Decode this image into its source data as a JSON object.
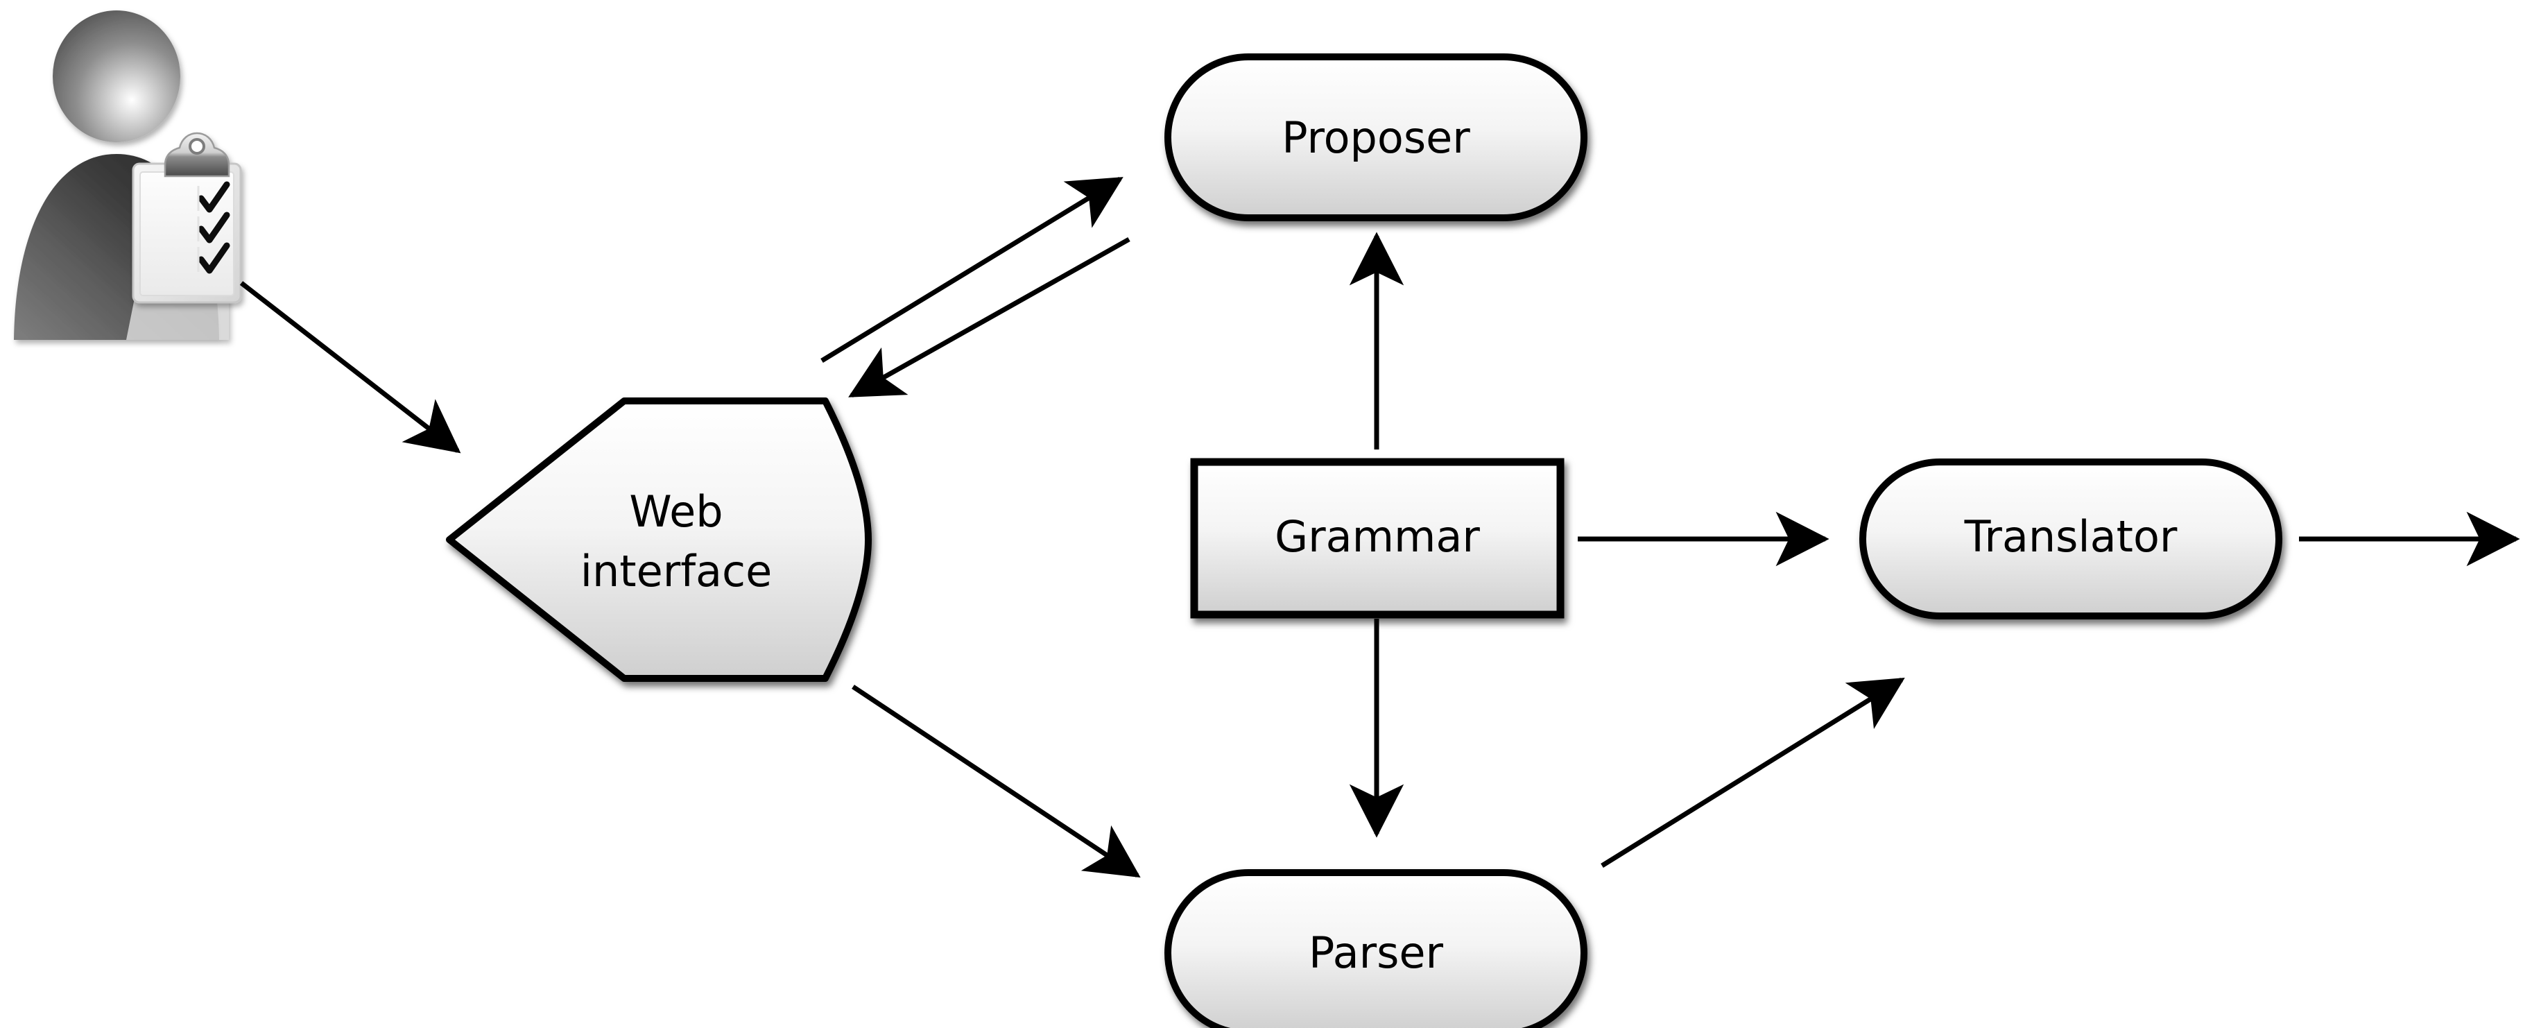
{
  "diagram": {
    "title": "Web interface / grammar pipeline architecture",
    "background_color": "#ffffff",
    "stroke_color": "#000000",
    "node_fill_top": "#ffffff",
    "node_fill_bottom": "#d0d0d0",
    "nodes": [
      {
        "id": "user",
        "label": "",
        "shape": "person-with-clipboard-icon",
        "checkmark_count": 3
      },
      {
        "id": "web_interface",
        "label_line1": "Web",
        "label_line2": "interface",
        "shape": "shield"
      },
      {
        "id": "proposer",
        "label": "Proposer",
        "shape": "stadium"
      },
      {
        "id": "grammar",
        "label": "Grammar",
        "shape": "rectangle"
      },
      {
        "id": "parser",
        "label": "Parser",
        "shape": "stadium"
      },
      {
        "id": "translator",
        "label": "Translator",
        "shape": "stadium"
      }
    ],
    "edges": [
      {
        "id": "user-to-web",
        "from": "user",
        "to": "web_interface",
        "direction": "forward"
      },
      {
        "id": "web-to-proposer",
        "from": "web_interface",
        "to": "proposer",
        "direction": "forward"
      },
      {
        "id": "proposer-to-web",
        "from": "proposer",
        "to": "web_interface",
        "direction": "forward"
      },
      {
        "id": "web-to-parser",
        "from": "web_interface",
        "to": "parser",
        "direction": "forward"
      },
      {
        "id": "grammar-to-proposer",
        "from": "grammar",
        "to": "proposer",
        "direction": "forward"
      },
      {
        "id": "grammar-to-parser",
        "from": "grammar",
        "to": "parser",
        "direction": "forward"
      },
      {
        "id": "grammar-to-translator",
        "from": "grammar",
        "to": "translator",
        "direction": "forward"
      },
      {
        "id": "parser-to-translator",
        "from": "parser",
        "to": "translator",
        "direction": "forward"
      },
      {
        "id": "translator-output",
        "from": "translator",
        "to": "",
        "direction": "forward"
      }
    ]
  }
}
